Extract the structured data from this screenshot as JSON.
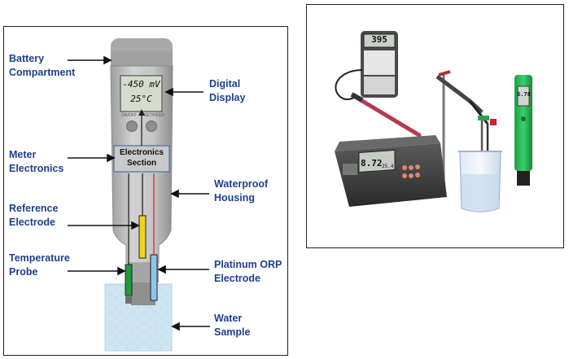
{
  "diagram": {
    "labels": {
      "battery": [
        "Battery",
        "Compartment"
      ],
      "digital_display": [
        "Digital",
        "Display"
      ],
      "meter_electronics": [
        "Meter",
        "Electronics"
      ],
      "waterproof_housing": [
        "Waterproof",
        "Housing"
      ],
      "reference_electrode": [
        "Reference",
        "Electrode"
      ],
      "temperature_probe": [
        "Temperature",
        "Probe"
      ],
      "platinum_orp": [
        "Platinum ORP",
        "Electrode"
      ],
      "water_sample": [
        "Water",
        "Sample"
      ]
    },
    "electronics_box": [
      "Electronics",
      "Section"
    ],
    "display": {
      "line1": "-450 mV",
      "line2": "25°C"
    },
    "button_labels": [
      "ON/OFF",
      "SET/HOLD"
    ],
    "colors": {
      "label_blue": "#1f3f8f",
      "meter_gray": "#b9b9b9",
      "green_probe": "#1e9a3c",
      "yellow_electrode": "#f3d21c",
      "blue_electrode": "#8fc4ea",
      "red_wire": "#d42a2a",
      "water": "#cfe6f2"
    }
  },
  "photo": {
    "handheld_readout": "395",
    "bench_readout": "8.72",
    "bench_secondary": "25.4",
    "pen_readout": "6.78"
  }
}
